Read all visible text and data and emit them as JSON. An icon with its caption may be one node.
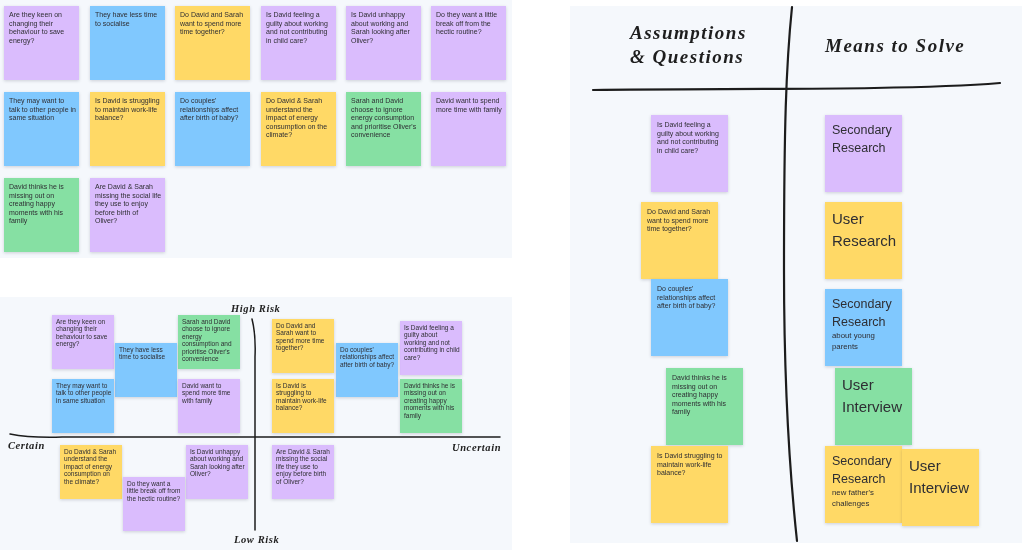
{
  "diagram": {
    "nodes": [
      {
        "text": [
          "Are they keen on changing their behaviour to save energy?"
        ]
      },
      {
        "text": [
          "They have less time to socialise"
        ]
      },
      {
        "text": [
          "Do David and Sarah want to spend more time together?"
        ]
      },
      {
        "text": [
          "Is David feeling a guilty about working and not contributing in child care?"
        ]
      },
      {
        "text": [
          "Is David unhappy about working and Sarah looking after Oliver?"
        ]
      },
      {
        "text": [
          "Do they want a little break off from the hectic routine?"
        ]
      },
      {
        "text": [
          "They may want to talk to other people in same situation"
        ]
      },
      {
        "text": [
          "Is David is struggling to maintain work-life balance?"
        ]
      },
      {
        "text": [
          "Do couples' relationships affect after birth of baby?"
        ]
      },
      {
        "text": [
          "Do David & Sarah understand the impact of energy consumption on the climate?"
        ]
      },
      {
        "text": [
          "Sarah and David choose to ignore energy consumption and prioritise Oliver's convenience"
        ]
      },
      {
        "text": [
          "David want to spend more time with family"
        ]
      },
      {
        "text": [
          "David thinks he is missing out on creating happy moments with his family"
        ]
      },
      {
        "text": [
          "Are David & Sarah missing the social life they use to enjoy before birth of Oliver?"
        ]
      },
      {
        "text": [
          "Are they keen on changing their behaviour to save energy?"
        ]
      },
      {
        "text": [
          "Sarah and David choose to ignore energy consumption and prioritise Oliver's convenience"
        ]
      },
      {
        "text": [
          "They have less time to socialise"
        ]
      },
      {
        "text": [
          "They may want to talk to other people in same situation"
        ]
      },
      {
        "text": [
          "David want to spend more time with family"
        ]
      },
      {
        "text": [
          "Do David and Sarah want to spend more time together?"
        ]
      },
      {
        "text": [
          "Is David feeling a guilty about working and not contributing in child care?"
        ]
      },
      {
        "text": [
          "Do couples' relationships affect after birth of baby?"
        ]
      },
      {
        "text": [
          "Is David is struggling to maintain work-life balance?"
        ]
      },
      {
        "text": [
          "David thinks he is missing out on creating happy moments with his family"
        ]
      },
      {
        "text": [
          "Do David & Sarah understand the impact of energy consumption on the climate?"
        ]
      },
      {
        "text": [
          "Is David unhappy about working and Sarah looking after Oliver?"
        ]
      },
      {
        "text": [
          "Do they want a little break off from the hectic routine?"
        ]
      },
      {
        "text": [
          "Are David & Sarah missing the social life they use to enjoy before birth of Oliver?"
        ]
      },
      {
        "text": [
          "Is David feeling a guilty about working and not contributing in child care?"
        ]
      },
      {
        "text": [
          "Secondary Research"
        ]
      },
      {
        "text": [
          "Do David and Sarah want to spend more time together?"
        ]
      },
      {
        "text": [
          "User Research"
        ]
      },
      {
        "text": [
          "Do couples' relationships affect after birth of baby?"
        ]
      },
      {
        "text": [
          "Secondary Research",
          "about young parents"
        ]
      },
      {
        "text": [
          "David thinks he is missing out on creating happy moments with his family"
        ]
      },
      {
        "text": [
          "User Interview"
        ]
      },
      {
        "text": [
          "Is David struggling to maintain work-life balance?"
        ]
      },
      {
        "text": [
          "Secondary Research",
          "new father's challenges"
        ]
      },
      {
        "text": [
          "User Interview"
        ]
      }
    ],
    "labels": [
      "High Risk",
      "Certain",
      "Uncertain",
      "Low Risk",
      "Assumptions & Questions",
      "Means to Solve"
    ]
  }
}
